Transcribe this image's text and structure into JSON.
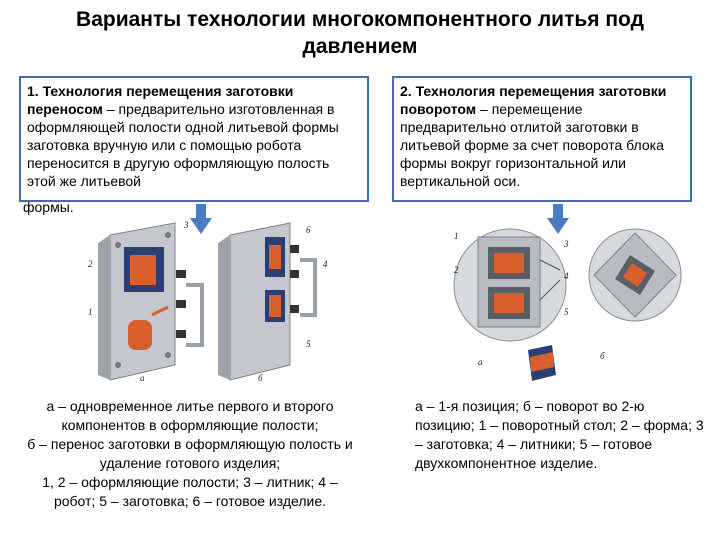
{
  "title": "Варианты технологии многокомпонентного литья под давлением",
  "box1": {
    "heading": "1. Технология перемещения заготовки переносом",
    "body": " – предварительно изготовленная в оформляющей полости одной литьевой формы заготовка вручную или с помощью робота переносится в другую оформляющую полость этой же литьевой",
    "tail": "формы."
  },
  "box2": {
    "heading": "2. Технология перемещения заготовки поворотом",
    "body": " – перемещение предварительно отлитой заготовки в литьевой форме за счет поворота блока формы вокруг горизонтальной или вертикальной оси."
  },
  "figure1": {
    "labels": [
      "1",
      "2",
      "3",
      "4",
      "5",
      "6",
      "а",
      "б"
    ]
  },
  "figure2": {
    "labels": [
      "1",
      "2",
      "3",
      "4",
      "5",
      "а",
      "б"
    ]
  },
  "caption1": [
    "а – одновременное литье первого и второго компонентов в оформляющие полости;",
    "б – перенос заготовки в оформляющую полость и удаление готового изделия;",
    "1, 2 – оформляющие полости; 3 – литник; 4 – робот; 5 – заготовка; 6 – готовое изделие."
  ],
  "caption2": "а – 1-я позиция; б – поворот во 2-ю позицию; 1 – поворотный стол; 2 – форма; 3 – заготовка; 4 – литники; 5 – готовое двухкомпонентное изделие.",
  "colors": {
    "box_border": "#3b6fb3",
    "arrow": "#4a7cc4",
    "part": "#d9602e",
    "mold": "#b8bcc2"
  }
}
